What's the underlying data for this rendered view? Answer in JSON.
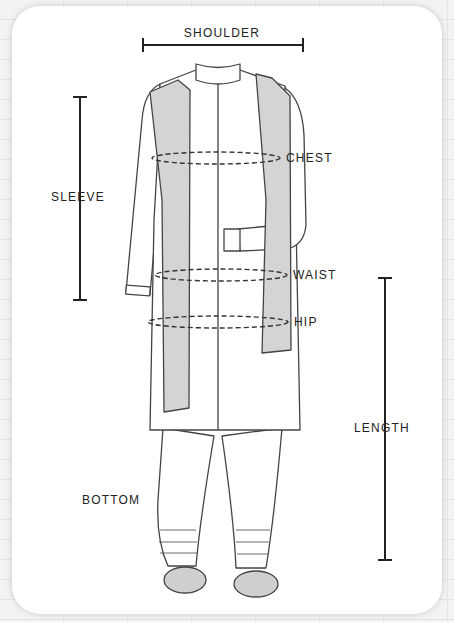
{
  "diagram": {
    "labels": [
      "SHOULDER",
      "SLEEVE",
      "CHEST",
      "WAIST",
      "HIP",
      "LENGTH",
      "BOTTOM"
    ]
  }
}
